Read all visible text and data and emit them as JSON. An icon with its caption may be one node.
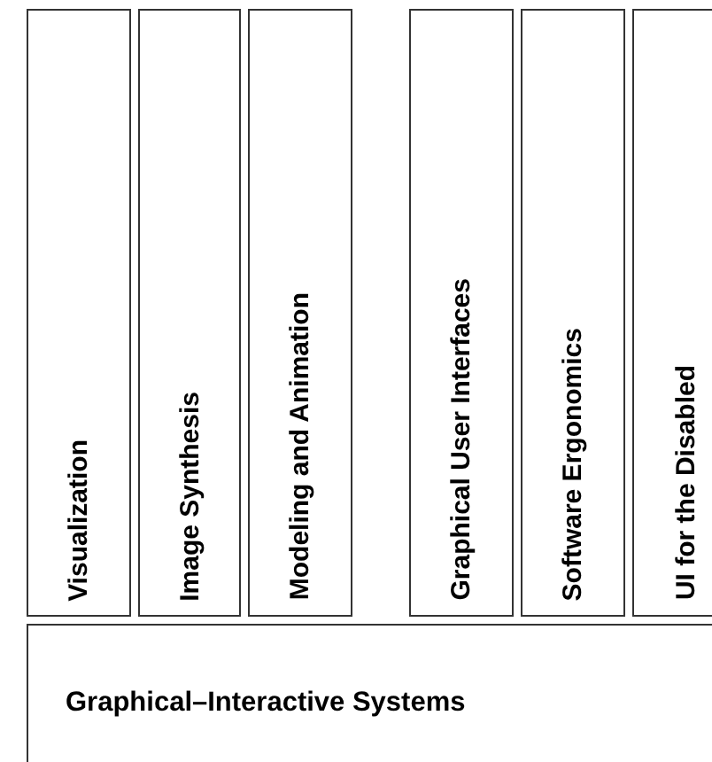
{
  "diagram": {
    "nodes": [
      {
        "text": [
          "Visualization"
        ]
      },
      {
        "text": [
          "Image Synthesis"
        ]
      },
      {
        "text": [
          "Modeling and Animation"
        ]
      },
      {
        "text": [
          "Graphical User Interfaces"
        ]
      },
      {
        "text": [
          "Software Ergonomics"
        ]
      },
      {
        "text": [
          "UI for the Disabled"
        ]
      },
      {
        "text": [
          "Graphical–Interactive Systems"
        ]
      }
    ]
  }
}
